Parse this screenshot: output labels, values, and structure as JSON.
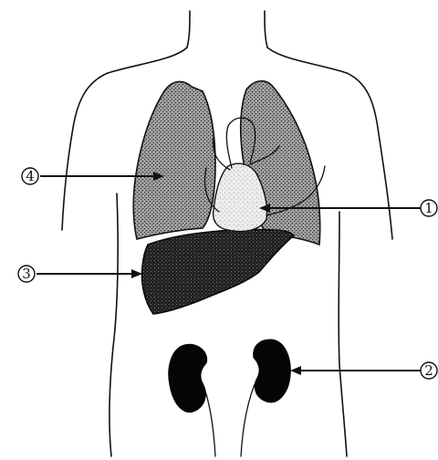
{
  "diagram": {
    "labels": [
      {
        "id": "label-1",
        "text": "1",
        "organ": "heart"
      },
      {
        "id": "label-2",
        "text": "2",
        "organ": "kidney"
      },
      {
        "id": "label-3",
        "text": "3",
        "organ": "liver"
      },
      {
        "id": "label-4",
        "text": "4",
        "organ": "lung"
      }
    ]
  },
  "colors": {
    "line": "#111111",
    "lung_fill": "#8c8c8c",
    "liver_fill": "#2a2a2a",
    "heart_fill": "#e6e6e6",
    "kidney_fill": "#050505",
    "background": "#ffffff"
  }
}
